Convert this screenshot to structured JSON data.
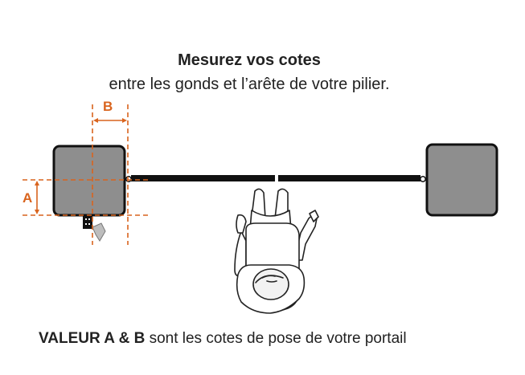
{
  "heading": {
    "title": "Mesurez vos cotes",
    "subtitle": "entre les gonds et l’arête de votre pilier."
  },
  "labels": {
    "a": "A",
    "b": "B"
  },
  "footer": {
    "strong": "VALEUR A & B",
    "rest": " sont les cotes de pose de votre portail"
  },
  "colors": {
    "dimension": "#d9641e",
    "pillar_fill": "#8e8e8e",
    "pillar_stroke": "#111111",
    "gate": "#111111",
    "text": "#222222"
  }
}
